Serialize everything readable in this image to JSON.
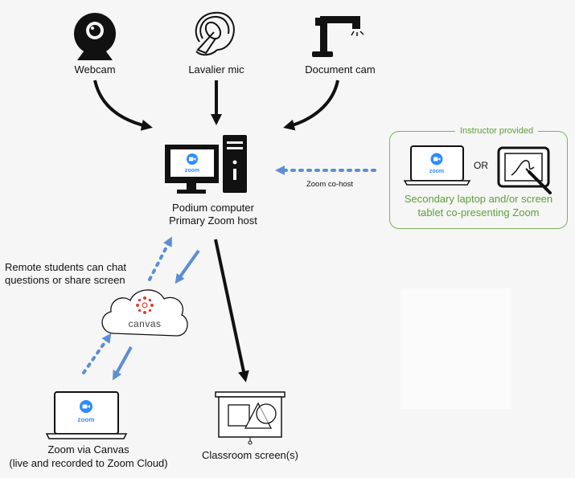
{
  "diagram": {
    "sources": {
      "webcam_label": "Webcam",
      "mic_label": "Lavalier mic",
      "doc_cam_label": "Document cam"
    },
    "podium": {
      "label_line1": "Podium computer",
      "label_line2": "Primary Zoom host",
      "screen_word": "zoom"
    },
    "instructor_group": {
      "title": "Instructor provided",
      "or_text": "OR",
      "laptop_word": "zoom",
      "label_line1": "Secondary laptop and/or screen",
      "label_line2": "tablet co-presenting Zoom"
    },
    "cohost_label": "Zoom co-host",
    "remote_label_line1": "Remote students can chat",
    "remote_label_line2": "questions or share screen",
    "canvas_label": "canvas",
    "canvas_laptop": {
      "screen_word": "zoom",
      "label_line1": "Zoom via Canvas",
      "label_line2": "(live and recorded to Zoom Cloud)"
    },
    "classroom_label": "Classroom screen(s)",
    "colors": {
      "arrow_black": "#111111",
      "arrow_blue": "#5b8fd4",
      "group_green": "#7ab556",
      "zoom_blue": "#2d8cff",
      "canvas_red": "#d8412f"
    }
  }
}
